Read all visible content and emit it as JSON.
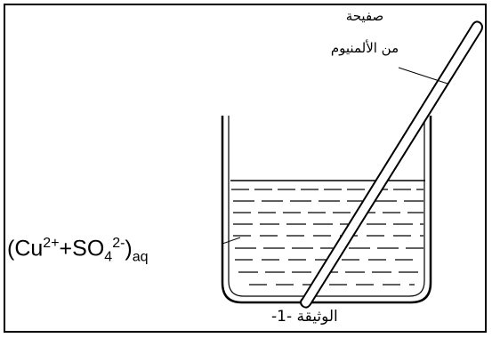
{
  "plate_label": {
    "line1": "صفيحة",
    "line2": "من الألمنيوم"
  },
  "solution_label": {
    "open": "(Cu",
    "cu_charge": "2+",
    "plus_so": "+SO",
    "sub4": "4",
    "so4_charge": "2-",
    "close": ")",
    "state": "aq"
  },
  "document_label": "الوثيقة -1-"
}
